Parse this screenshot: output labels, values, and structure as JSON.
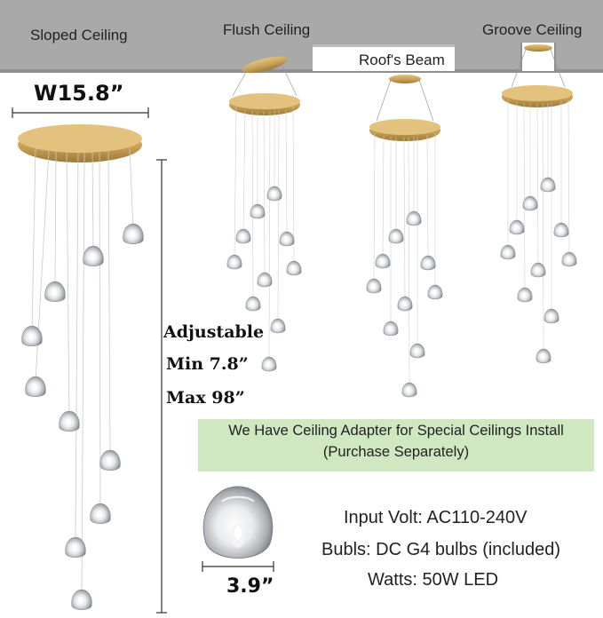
{
  "ceiling_types": {
    "sloped": "Sloped Ceiling",
    "flush": "Flush Ceiling",
    "beam": "Roof's Beam",
    "groove": "Groove Ceiling"
  },
  "dimensions": {
    "width": "W15.8”",
    "bulb_size": "3.9”"
  },
  "height": {
    "title": "Adjustable",
    "min": "Min 7.8”",
    "max": "Max 98”"
  },
  "notice": {
    "line1": "We Have Ceiling Adapter for Special Ceilings Install",
    "line2": "(Purchase Separately)"
  },
  "specs": {
    "input_volt": "Input Volt: AC110-240V",
    "bulbs": "Bubls: DC G4 bulbs (included)",
    "watts": "Watts: 50W LED"
  },
  "colors": {
    "ceiling_gray": "#a9a9a9",
    "brass": "#c8a45a",
    "notice_green": "#cfe8c2"
  }
}
